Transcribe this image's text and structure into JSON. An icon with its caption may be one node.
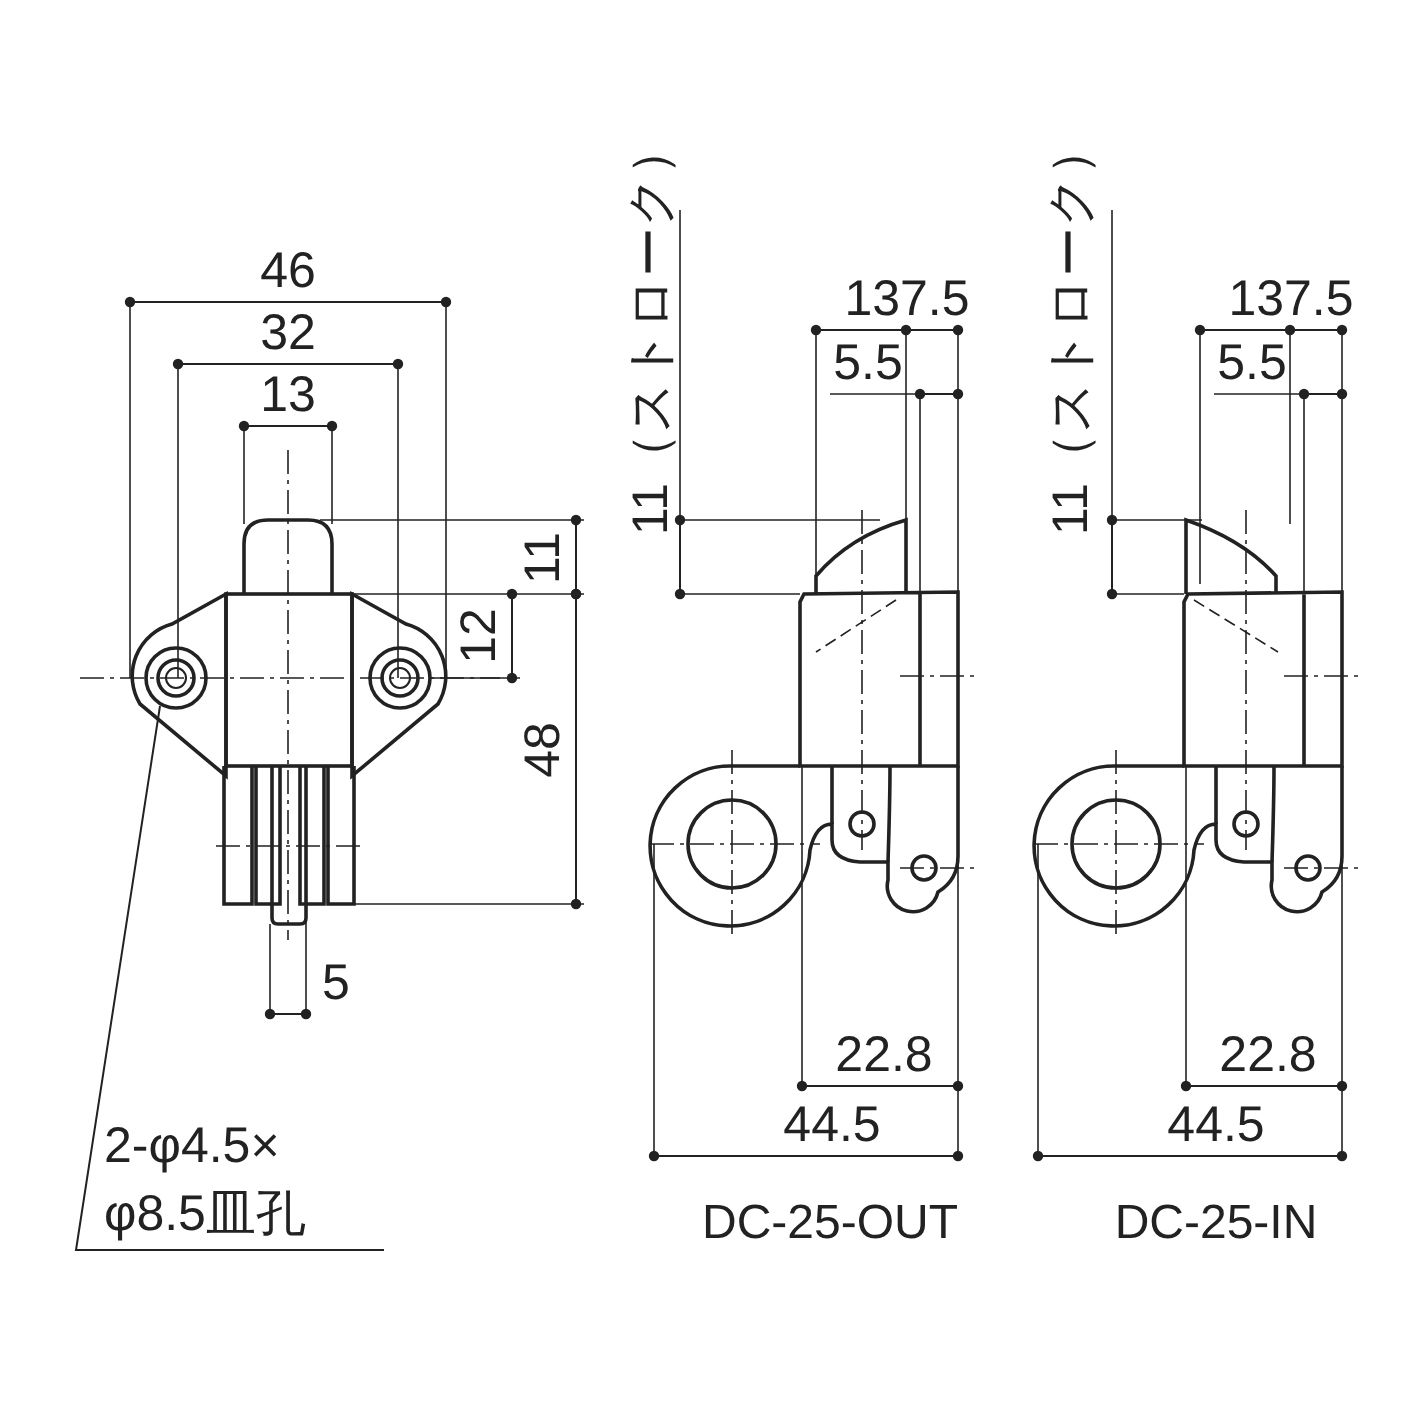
{
  "diagram": {
    "nodes": [
      {
        "text": [
          "2-φ4.5× φ8.5皿孔"
        ]
      },
      {
        "text": [],
        "shape": "circle"
      }
    ],
    "edges": [
      {
        "from": 0,
        "to": 1,
        "arrow": "none"
      }
    ],
    "labels": [
      "46",
      "32",
      "13",
      "12",
      "11",
      "48",
      "5",
      "11（ストローク）",
      "13",
      "7.5",
      "5.5",
      "22.8",
      "44.5",
      "DC-25-OUT",
      "11（ストローク）",
      "13",
      "7.5",
      "5.5",
      "22.8",
      "44.5",
      "DC-25-IN"
    ]
  }
}
